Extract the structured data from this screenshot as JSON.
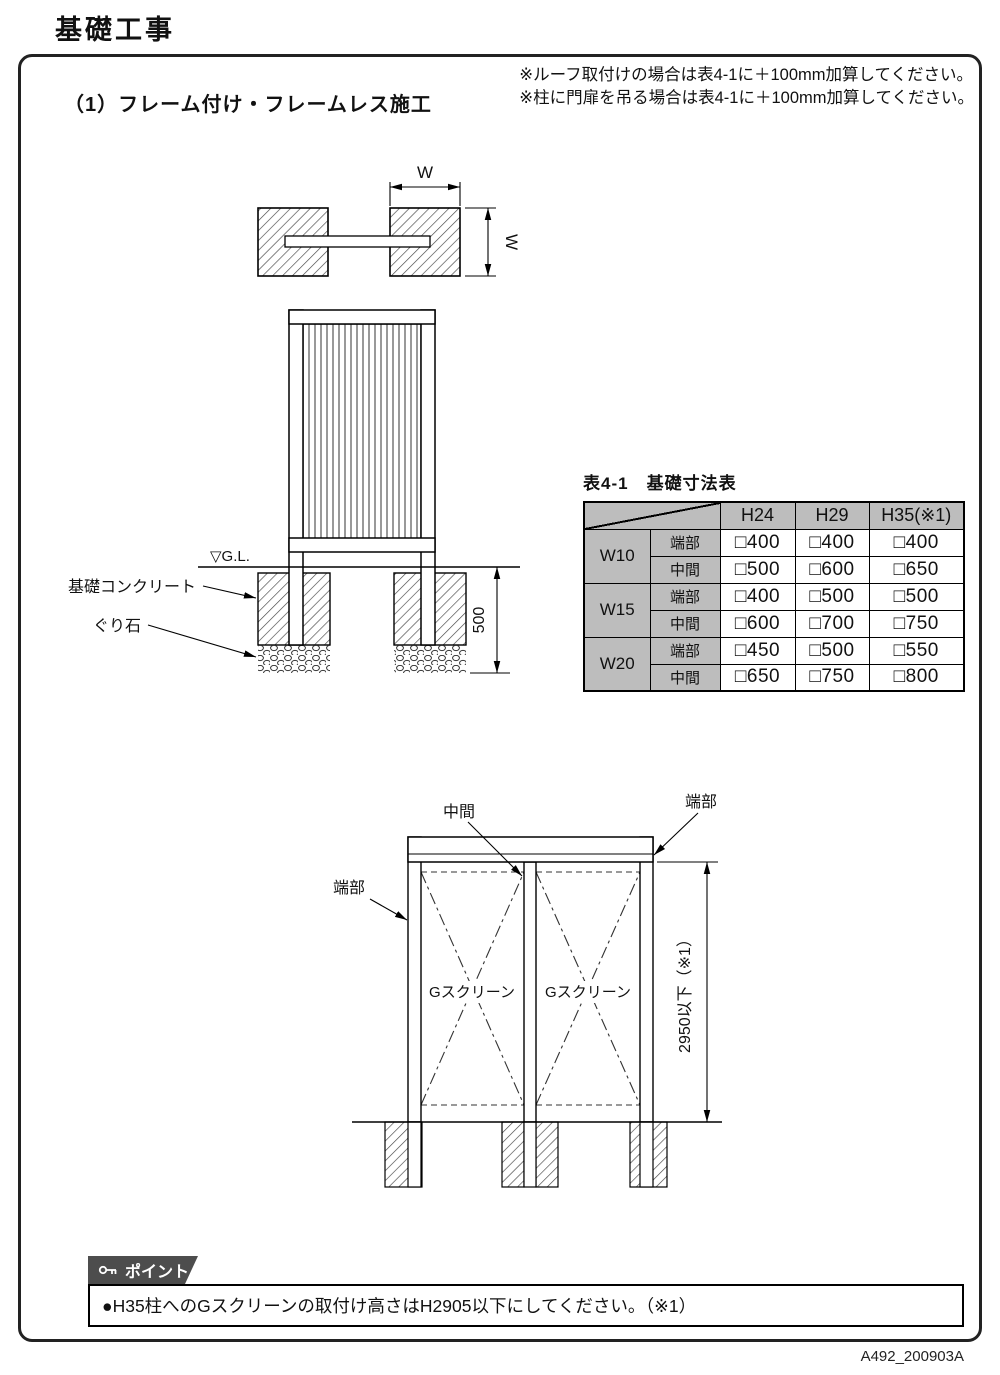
{
  "page": {
    "title": "基礎工事",
    "doc_code": "A492_200903A"
  },
  "section": {
    "heading": "（1）フレーム付け・フレームレス施工",
    "notes": [
      "※ルーフ取付けの場合は表4-1に＋100mm加算してください。",
      "※柱に門扉を吊る場合は表4-1に＋100mm加算してください。"
    ]
  },
  "plan_view": {
    "dim_width_top": "W",
    "dim_width_side": "W"
  },
  "section_view": {
    "gl_label": "▽G.L.",
    "concrete_label": "基礎コンクリート",
    "gravel_label": "ぐり石",
    "dim_depth": "500"
  },
  "table": {
    "caption": "表4-1　基礎寸法表",
    "headers": [
      "H24",
      "H29",
      "H35(※1)"
    ],
    "rows": [
      {
        "group": "W10",
        "sub": "端部",
        "v": [
          "□400",
          "□400",
          "□400"
        ]
      },
      {
        "group": "W10",
        "sub": "中間",
        "v": [
          "□500",
          "□600",
          "□650"
        ]
      },
      {
        "group": "W15",
        "sub": "端部",
        "v": [
          "□400",
          "□500",
          "□500"
        ]
      },
      {
        "group": "W15",
        "sub": "中間",
        "v": [
          "□600",
          "□700",
          "□750"
        ]
      },
      {
        "group": "W20",
        "sub": "端部",
        "v": [
          "□450",
          "□500",
          "□550"
        ]
      },
      {
        "group": "W20",
        "sub": "中間",
        "v": [
          "□650",
          "□750",
          "□800"
        ]
      }
    ]
  },
  "elevation": {
    "label_middle": "中間",
    "label_end_right": "端部",
    "label_end_left": "端部",
    "panel_left_label": "Gスクリーン",
    "panel_right_label": "Gスクリーン",
    "dim_height": "2950以下（※1）"
  },
  "point": {
    "tag_label": "ポイント",
    "text": "●H35柱へのGスクリーンの取付け高さはH2905以下にしてください。（※1）"
  }
}
